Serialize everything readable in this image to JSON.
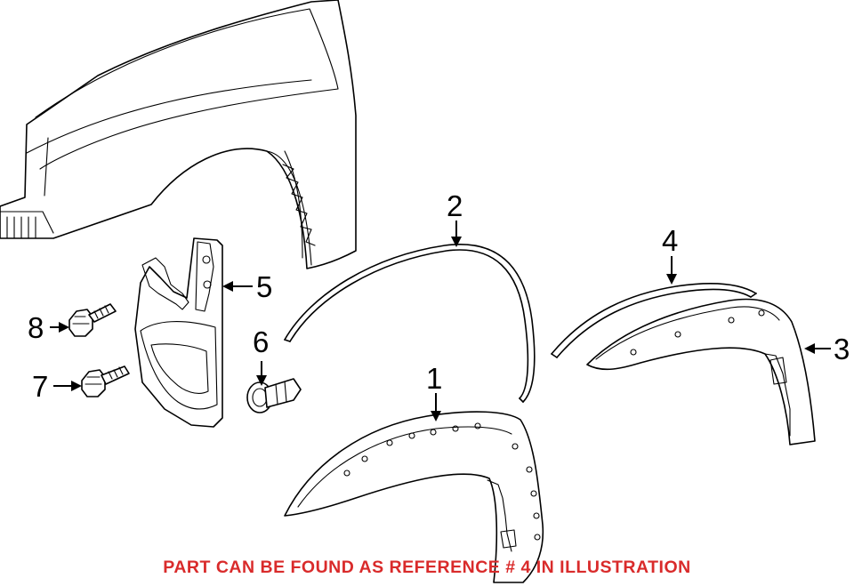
{
  "callouts": {
    "c1": "1",
    "c2": "2",
    "c3": "3",
    "c4": "4",
    "c5": "5",
    "c6": "6",
    "c7": "7",
    "c8": "8"
  },
  "notice": {
    "text": "PART CAN BE FOUND AS REFERENCE # 4 IN ILLUSTRATION",
    "color": "#d92b2b"
  }
}
